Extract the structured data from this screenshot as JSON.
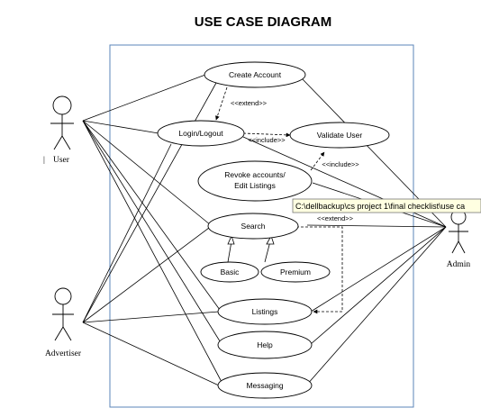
{
  "diagram": {
    "title": "USE CASE DIAGRAM",
    "actors": {
      "user": "User",
      "user_mark": "|",
      "advertiser": "Advertiser",
      "admin": "Admin"
    },
    "use_cases": {
      "create_account": "Create Account",
      "login_logout": "Login/Logout",
      "validate_user": "Validate User",
      "revoke_line1": "Revoke accounts/",
      "revoke_line2": "Edit Listings",
      "search": "Search",
      "basic": "Basic",
      "premium": "Premium",
      "listings": "Listings",
      "help": "Help",
      "messaging": "Messaging"
    },
    "relations": {
      "extend_login": "<<extend>>",
      "include_validate": "<<include>>",
      "include_revoke": "<<include>>",
      "extend_search": "<<extend>>"
    },
    "tooltip": "C:\\dellbackup\\cs project 1\\final checklist\\use ca"
  }
}
